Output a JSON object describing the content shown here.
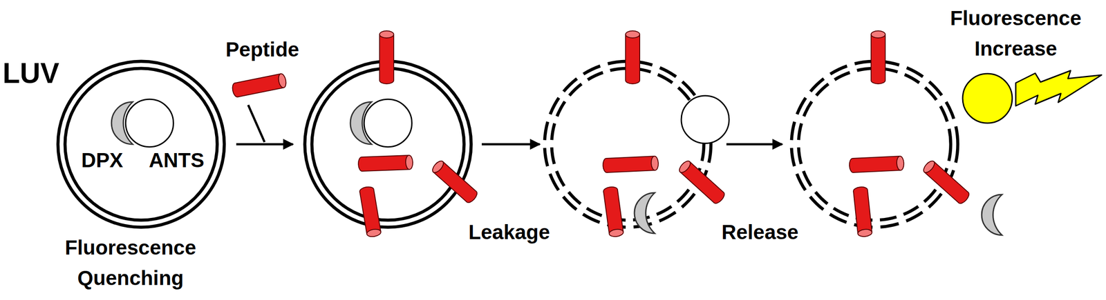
{
  "diagram": {
    "labels": [
      "LUV",
      "DPX",
      "ANTS",
      "Fluorescence Quenching",
      "Peptide",
      "Leakage",
      "Release",
      "Fluorescence Increase"
    ]
  }
}
